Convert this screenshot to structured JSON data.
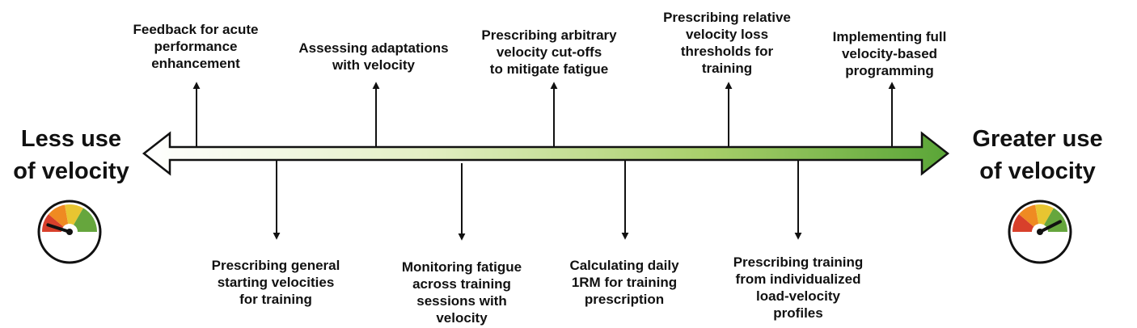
{
  "left_label": {
    "line1": "Less use",
    "line2": "of velocity"
  },
  "right_label": {
    "line1": "Greater use",
    "line2": "of velocity"
  },
  "above_items": [
    {
      "lines": [
        "Feedback for acute",
        "performance",
        "enhancement"
      ]
    },
    {
      "lines": [
        "Assessing adaptations",
        "with velocity"
      ]
    },
    {
      "lines": [
        "Prescribing arbitrary",
        "velocity cut-offs",
        "to mitigate fatigue"
      ]
    },
    {
      "lines": [
        "Prescribing relative",
        "velocity loss",
        "thresholds for",
        "training"
      ]
    },
    {
      "lines": [
        "Implementing full",
        "velocity-based",
        "programming"
      ]
    }
  ],
  "below_items": [
    {
      "lines": [
        "Prescribing general",
        "starting velocities",
        "for training"
      ]
    },
    {
      "lines": [
        "Monitoring fatigue",
        "across training",
        "sessions with",
        "velocity"
      ]
    },
    {
      "lines": [
        "Calculating daily",
        "1RM for training",
        "prescription"
      ]
    },
    {
      "lines": [
        "Prescribing training",
        "from individualized",
        "load-velocity",
        "profiles"
      ]
    }
  ],
  "colors": {
    "arrow_start": "#ffffff",
    "arrow_end": "#5aa537",
    "gauge_red": "#d8402b",
    "gauge_orange": "#ef8a22",
    "gauge_yellow": "#e8c531",
    "gauge_green": "#66a63d"
  },
  "gauges": {
    "left_needle_level": 0.1,
    "right_needle_level": 0.85
  }
}
